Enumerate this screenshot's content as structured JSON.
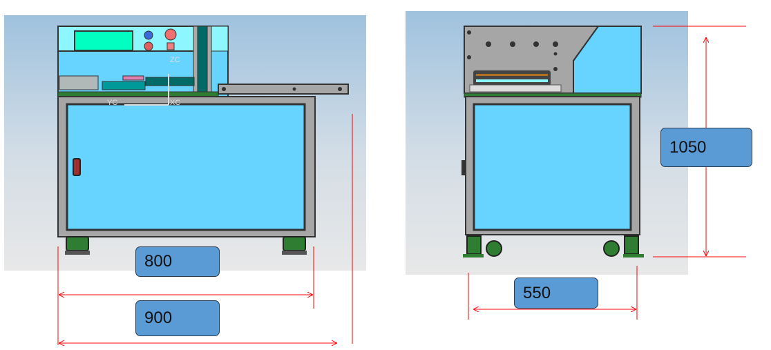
{
  "front_view": {
    "axis_labels": {
      "z": "ZC",
      "y": "YC",
      "x": "XC"
    },
    "dimensions": {
      "inner_width": "800",
      "overall_width": "900"
    }
  },
  "side_view": {
    "dimensions": {
      "height": "1050",
      "depth": "550"
    }
  },
  "colors": {
    "dimension_line": "#ff0000",
    "label_box": "#5b9bd5",
    "panel": "#66d4ff",
    "frame": "#a6a6a6"
  }
}
